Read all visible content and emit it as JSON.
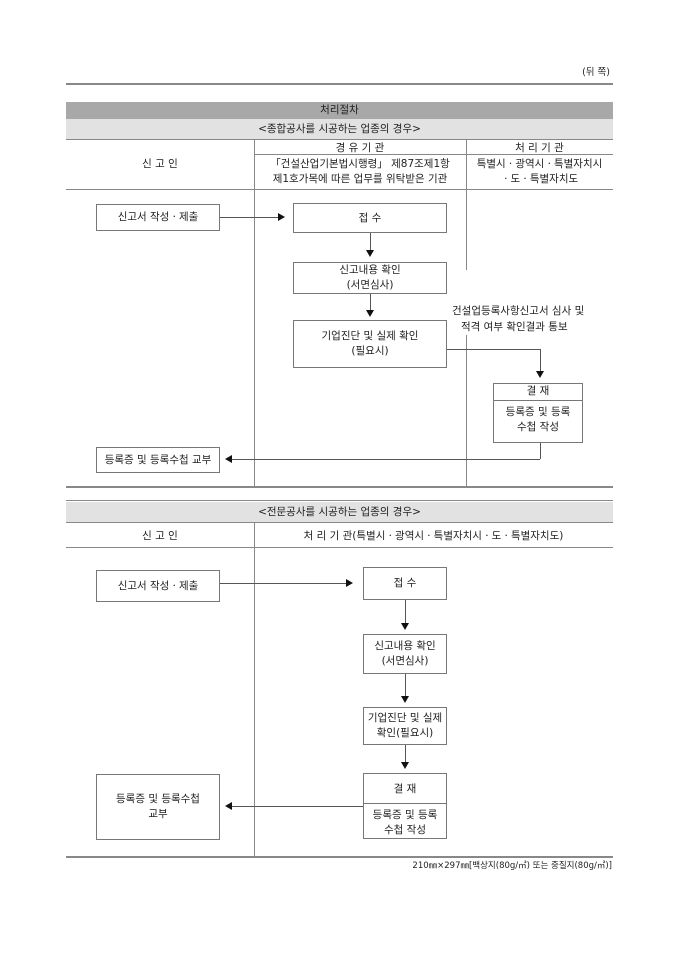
{
  "page_side": "(뒤 쪽)",
  "header_title": "처리절차",
  "section1": {
    "title": "<종합공사를 시공하는 업종의 경우>",
    "col_applicant": "신 고 인",
    "col_via": "경 유 기 관",
    "col_via_desc_line1": "「건설산업기본법시행령」 제87조제1항",
    "col_via_desc_line2": "제1호가목에 따른 업무를 위탁받은 기관",
    "col_proc": "처 리 기 관",
    "col_proc_desc_line1": "특별시ㆍ광역시ㆍ특별자치시",
    "col_proc_desc_line2": "ㆍ도ㆍ특별자치도",
    "submit": "신고서 작성ㆍ제출",
    "receive": "접    수",
    "confirm_line1": "신고내용 확인",
    "confirm_line2": "(서면심사)",
    "diagnose_line1": "기업진단 및 실제 확인",
    "diagnose_line2": "(필요시)",
    "notice_line1": "건설업등록사항신고서 심사 및",
    "notice_line2": "적격 여부 확인결과 통보",
    "approve_head": "결    재",
    "approve_line1": "등록증 및 등록",
    "approve_line2": "수첩 작성",
    "deliver": "등록증 및 등록수첩 교부"
  },
  "section2": {
    "title": "<전문공사를 시공하는 업종의 경우>",
    "col_applicant": "신 고 인",
    "col_proc": "처 리 기 관(특별시ㆍ광역시ㆍ특별자치시ㆍ도ㆍ특별자치도)",
    "submit": "신고서 작성ㆍ제출",
    "receive": "접    수",
    "confirm_line1": "신고내용 확인",
    "confirm_line2": "(서면심사)",
    "diagnose_line1": "기업진단 및 실제",
    "diagnose_line2": "확인(필요시)",
    "approve_head": "결    재",
    "approve_line1": "등록증 및 등록",
    "approve_line2": "수첩 작성",
    "deliver_line1": "등록증 및 등록수첩",
    "deliver_line2": "교부"
  },
  "footer": "210㎜×297㎜[백상지(80g/㎡) 또는 중질지(80g/㎡)]"
}
